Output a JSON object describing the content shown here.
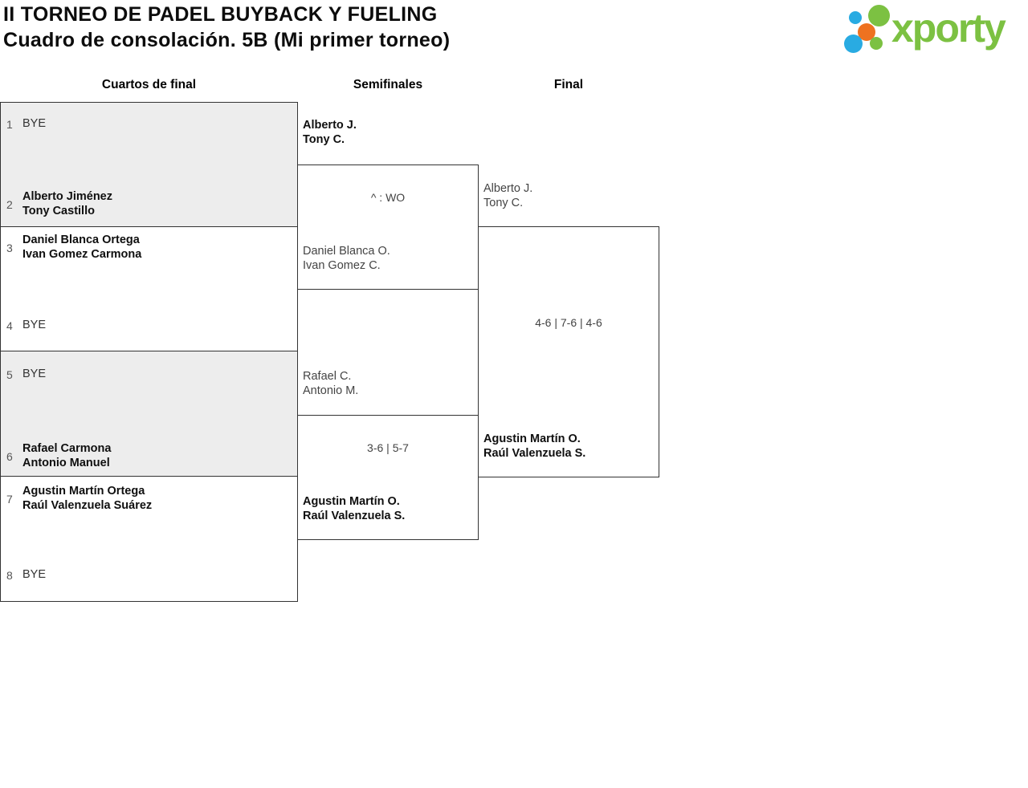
{
  "title": {
    "line1": "II TORNEO DE PADEL BUYBACK Y FUELING",
    "line2": "Cuadro de consolación. 5B (Mi primer torneo)"
  },
  "logo": {
    "text": "xporty"
  },
  "rounds": {
    "quarterfinals": "Cuartos de final",
    "semifinals": "Semifinales",
    "final": "Final"
  },
  "bracket": {
    "qf_slots": [
      {
        "seed": "1",
        "line1": "BYE",
        "winner": false
      },
      {
        "seed": "2",
        "line1": "Alberto Jiménez",
        "line2": "Tony Castillo",
        "winner": true
      },
      {
        "seed": "3",
        "line1": "Daniel Blanca Ortega",
        "line2": "Ivan Gomez Carmona",
        "winner": true
      },
      {
        "seed": "4",
        "line1": "BYE",
        "winner": false
      },
      {
        "seed": "5",
        "line1": "BYE",
        "winner": false
      },
      {
        "seed": "6",
        "line1": "Rafael Carmona",
        "line2": "Antonio Manuel",
        "winner": true
      },
      {
        "seed": "7",
        "line1": "Agustin Martín Ortega",
        "line2": "Raúl Valenzuela Suárez",
        "winner": true
      },
      {
        "seed": "8",
        "line1": "BYE",
        "winner": false
      }
    ],
    "sf1": {
      "team_top": {
        "line1": "Alberto J.",
        "line2": "Tony C.",
        "winner": true
      },
      "score": "^ : WO",
      "team_bottom": {
        "line1": "Daniel Blanca O.",
        "line2": "Ivan Gomez C.",
        "winner": false
      }
    },
    "sf2": {
      "team_top": {
        "line1": "Rafael C.",
        "line2": "Antonio M.",
        "winner": false
      },
      "score": "3-6 | 5-7",
      "team_bottom": {
        "line1": "Agustin Martín O.",
        "line2": "Raúl Valenzuela S.",
        "winner": true
      }
    },
    "final": {
      "team_top": {
        "line1": "Alberto J.",
        "line2": "Tony C.",
        "winner": false
      },
      "score": "4-6 | 7-6 | 4-6",
      "team_bottom": {
        "line1": "Agustin Martín O.",
        "line2": "Raúl Valenzuela S.",
        "winner": true
      }
    }
  },
  "colors": {
    "brand_green": "#7cc142",
    "brand_blue": "#29abe2",
    "brand_orange": "#ee7220",
    "box_shade": "#ededed",
    "line": "#333333"
  }
}
